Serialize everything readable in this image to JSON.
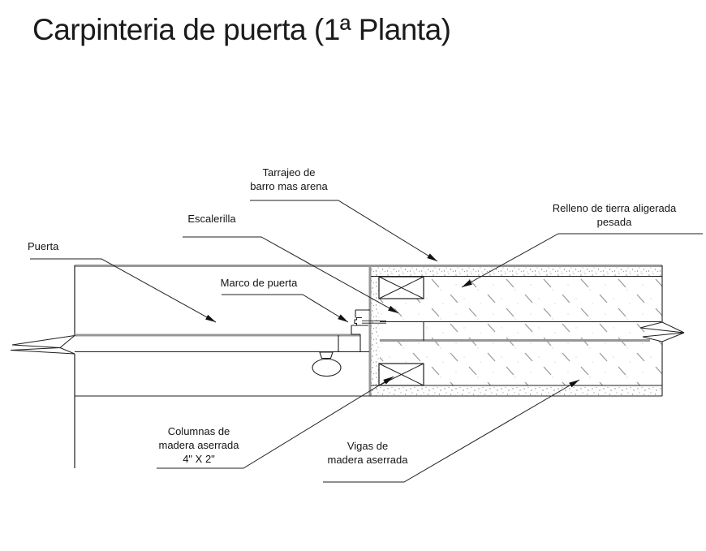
{
  "title": "Carpinteria de puerta (1ª Planta)",
  "labels": {
    "tarrajeo": "Tarrajeo de\nbarro mas arena",
    "escalerilla": "Escalerilla",
    "puerta": "Puerta",
    "marco": "Marco de puerta",
    "relleno": "Relleno de tierra aligerada\npesada",
    "columnas": "Columnas de\nmadera aserrada\n4\" X 2\"",
    "vigas": "Vigas de\nmadera aserrada"
  },
  "colors": {
    "line": "#1f1f1f",
    "wall_edge_gray": "#969696",
    "hatch_stroke": "#9b9b9b",
    "background": "#ffffff"
  }
}
